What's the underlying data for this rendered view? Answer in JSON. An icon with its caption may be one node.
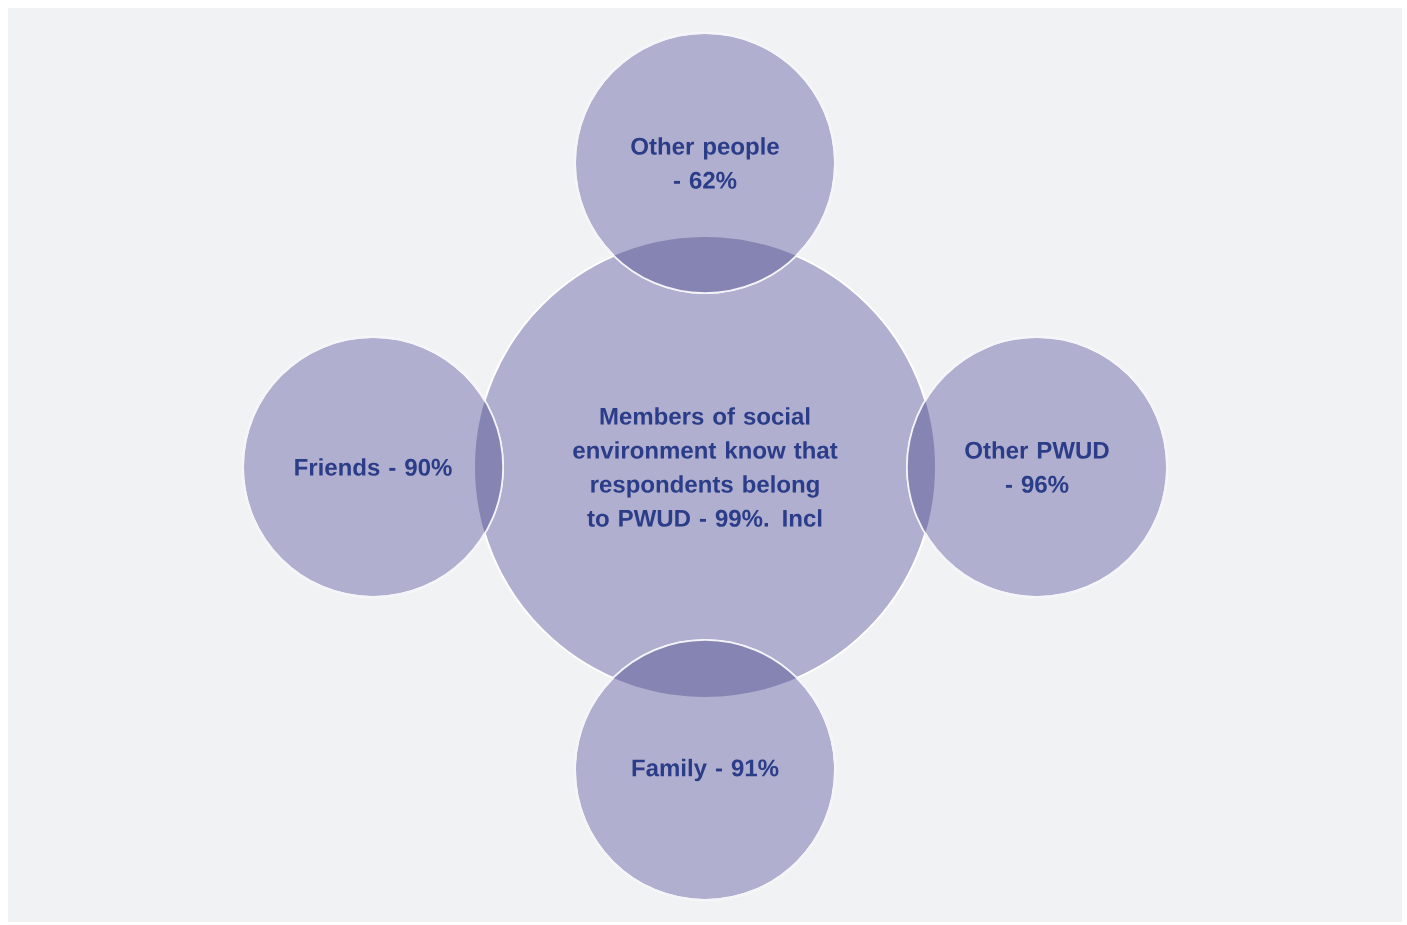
{
  "diagram": {
    "nodes": [
      {
        "text": [
          "Other people - 62%"
        ]
      },
      {
        "text": [
          "Friends - 90%"
        ]
      },
      {
        "text": [
          "Members of social environment know that respondents belong to PWUD - 99%. Incl"
        ]
      },
      {
        "text": [
          "Other PWUD - 96%"
        ]
      },
      {
        "text": [
          "Family - 91%"
        ]
      }
    ]
  }
}
